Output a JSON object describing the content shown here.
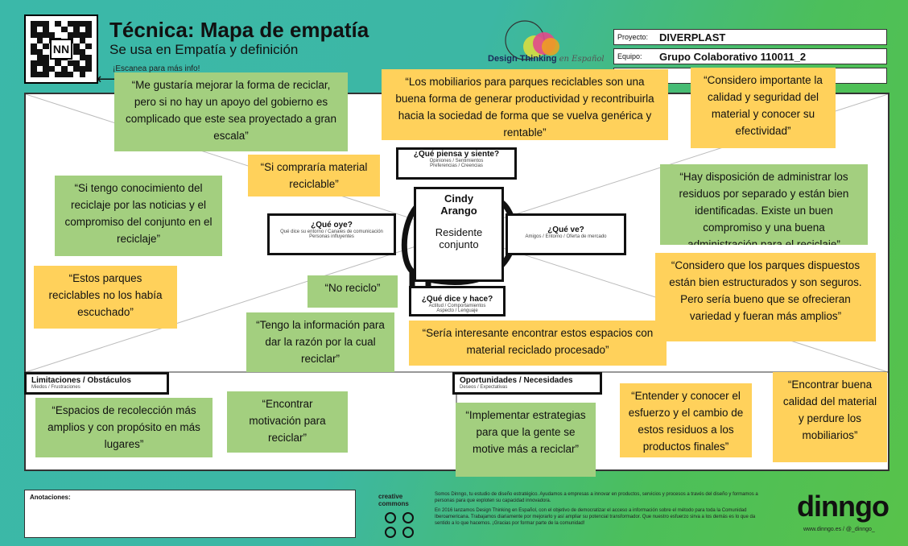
{
  "header": {
    "title": "Técnica: Mapa de empatía",
    "subtitle": "Se usa en Empatía y definición",
    "scan_hint": "¡Escanea para más info!",
    "qr_center": "NN",
    "logo_text": "Design Thinking",
    "logo_suffix": "en Español"
  },
  "fields": {
    "proyecto_label": "Proyecto:",
    "proyecto_value": "DIVERPLAST",
    "equipo_label": "Equipo:",
    "equipo_value": "Grupo Colaborativo 110011_2",
    "third_label": "",
    "third_value": ""
  },
  "quadrants": {
    "piensa": {
      "title": "¿Qué piensa y siente?",
      "sub1": "Opiniones / Sentimientos",
      "sub2": "Preferencias / Creencias"
    },
    "oye": {
      "title": "¿Qué oye?",
      "sub1": "Qué dice su entorno / Canales de comunicación",
      "sub2": "Personas influyentes"
    },
    "ve": {
      "title": "¿Qué ve?",
      "sub1": "Amigos / Entorno / Oferta de mercado",
      "sub2": ""
    },
    "dice": {
      "title": "¿Qué dice y hace?",
      "sub1": "Actitud / Comportamientos",
      "sub2": "Aspecto / Lenguaje"
    },
    "limitaciones": {
      "title": "Limitaciones / Obstáculos",
      "sub1": "Miedos / Frustraciones"
    },
    "oportunidades": {
      "title": "Oportunidades / Necesidades",
      "sub1": "Deseos / Expectativas"
    }
  },
  "persona": {
    "name": "Cindy Arango",
    "role": "Residente conjunto"
  },
  "notes": {
    "n1": "“Me gustaría mejorar la forma de reciclar, pero si no hay un apoyo del gobierno es complicado que este sea proyectado a gran escala”",
    "n2": "“Los mobiliarios para parques reciclables son una buena forma de generar productividad y recontribuirla hacia la sociedad de forma que se vuelva genérica y rentable”",
    "n3": "“Considero importante la calidad y seguridad del material y conocer su efectividad”",
    "n4": "“Si compraría material reciclable”",
    "n5": "“Si tengo conocimiento del reciclaje por las noticias y el compromiso del conjunto en el reciclaje”",
    "n6": "“Hay disposición de administrar los residuos por separado y están bien identificadas. Existe un buen compromiso y una buena administración para el reciclaje”",
    "n7": "“Estos parques reciclables no los había escuchado”",
    "n8": "“No reciclo”",
    "n9": "“Considero que los parques dispuestos están bien estructurados y son seguros. Pero sería bueno que se ofrecieran variedad y fueran más amplios”",
    "n10": "“Tengo la información para dar la razón por la cual reciclar”",
    "n11": "“Sería interesante encontrar estos espacios con material reciclado procesado”",
    "n12": "“Espacios de recolección más amplios y con propósito en más lugares”",
    "n13": "“Encontrar motivación para reciclar”",
    "n14": "“Implementar estrategias para que la gente se motive más a reciclar”",
    "n15": "“Entender y conocer el esfuerzo y el cambio de estos residuos a los productos finales”",
    "n16": "“Encontrar buena calidad del material y perdure los mobiliarios”"
  },
  "footer": {
    "annotations_label": "Anotaciones:",
    "cc_label": "creative commons",
    "about_p1": "Somos Dinngo, tu estudio de diseño estratégico. Ayudamos a empresas a innovar en productos, servicios y procesos a través del diseño y formamos a personas para que exploten su capacidad innovadora.",
    "about_p2": "En 2016 lanzamos Design Thinking en Español, con el objetivo de democratizar el acceso a información sobre el método para toda la Comunidad Iberoamericana. Trabajamos diariamente por mejorarlo y así ampliar su potencial transformador. Que nuestro esfuerzo sirva a los demás es lo que da sentido a lo que hacemos. ¡Gracias por formar parte de la comunidad!",
    "brand": "dinngo",
    "brand_url": "www.dinngo.es  /  @_dinngo_"
  },
  "colors": {
    "green_note": "#a3cf7f",
    "yellow_note": "#ffd15b",
    "bg_teal": "#3bb8a9",
    "bg_green": "#58c24a"
  }
}
